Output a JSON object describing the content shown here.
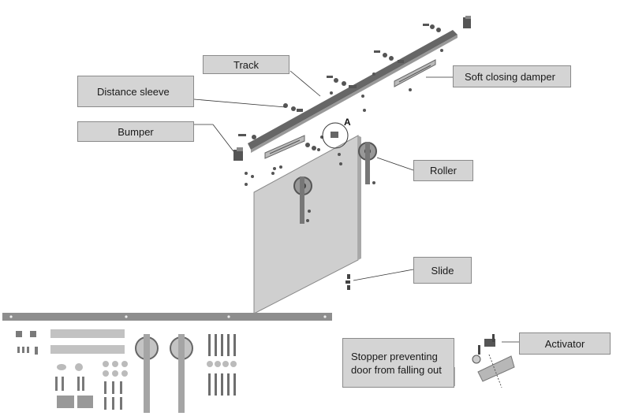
{
  "labels": {
    "track": "Track",
    "distance_sleeve": "Distance sleeve",
    "bumper": "Bumper",
    "soft_closing_damper": "Soft closing damper",
    "roller": "Roller",
    "slide": "Slide",
    "activator": "Activator",
    "stopper_line1": "Stopper preventing",
    "stopper_line2": "door from falling out",
    "detail_marker": "A"
  },
  "colors": {
    "callout_fill": "#d4d4d4",
    "callout_border": "#8a8a8a",
    "door_fill": "#cfcfcf",
    "metal_dark": "#555555",
    "metal_mid": "#9a9a9a"
  }
}
